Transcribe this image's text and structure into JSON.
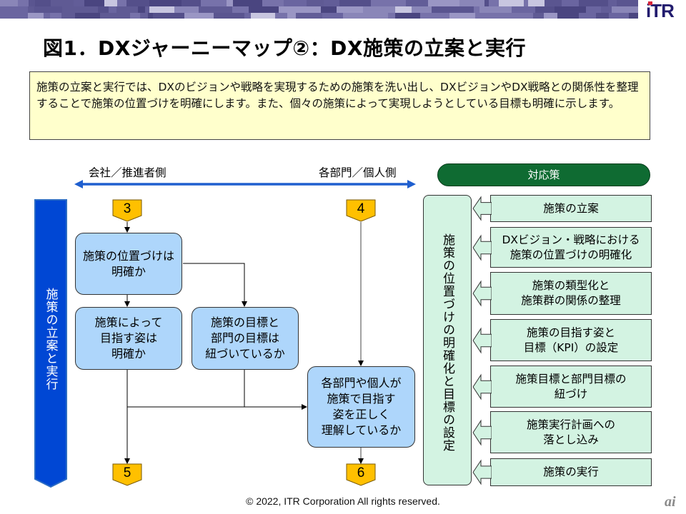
{
  "header": {
    "logo_text": "iTR",
    "colors": {
      "banner": "#5f5a94",
      "logo": "#221c6e",
      "logo_dot": "#d9263a"
    }
  },
  "title": "図1．DXジャーニーマップ②：DX施策の立案と実行",
  "description": "施策の立案と実行では、DXのビジョンや戦略を実現するための施策を洗い出し、DXビジョンやDX戦略との関係性を整理することで施策の位置づけを明確にします。また、個々の施策によって実現しようとしている目標も明確に示します。",
  "axis": {
    "left_label": "会社／推進者側",
    "right_label": "各部門／個人側",
    "color": "#1f5fcf"
  },
  "left_banner": {
    "label": "施策の立案と実行",
    "color": "#0047d4"
  },
  "flow": {
    "badges": {
      "top_left": "3",
      "top_right": "4",
      "bottom_left": "5",
      "bottom_right": "6",
      "color": "#ffc000"
    },
    "boxes": [
      {
        "id": "A",
        "text": "施策の位置づけは\n明確か"
      },
      {
        "id": "B",
        "text": "施策によって\n目指す姿は\n明確か"
      },
      {
        "id": "C",
        "text": "施策の目標と\n部門の目標は\n紐づいているか"
      },
      {
        "id": "D",
        "text": "各部門や個人が\n施策で目指す\n姿を正しく\n理解しているか"
      }
    ],
    "box_color": "#aed6fb"
  },
  "countermeasures": {
    "header": "対応策",
    "header_color": "#0f6b32",
    "group_label": "施策の位置づけの明確化と目標の設定",
    "items": [
      "施策の立案",
      "DXビジョン・戦略における\n施策の位置づけの明確化",
      "施策の類型化と\n施策群の関係の整理",
      "施策の目指す姿と\n目標（KPI）の設定",
      "施策目標と部門目標の\n紐づけ",
      "施策実行計画への\n落とし込み",
      "施策の実行"
    ],
    "item_color": "#d3f3e2"
  },
  "footer": {
    "copyright": "© 2022, ITR  Corporation  All rights reserved.",
    "watermark": "ai"
  }
}
